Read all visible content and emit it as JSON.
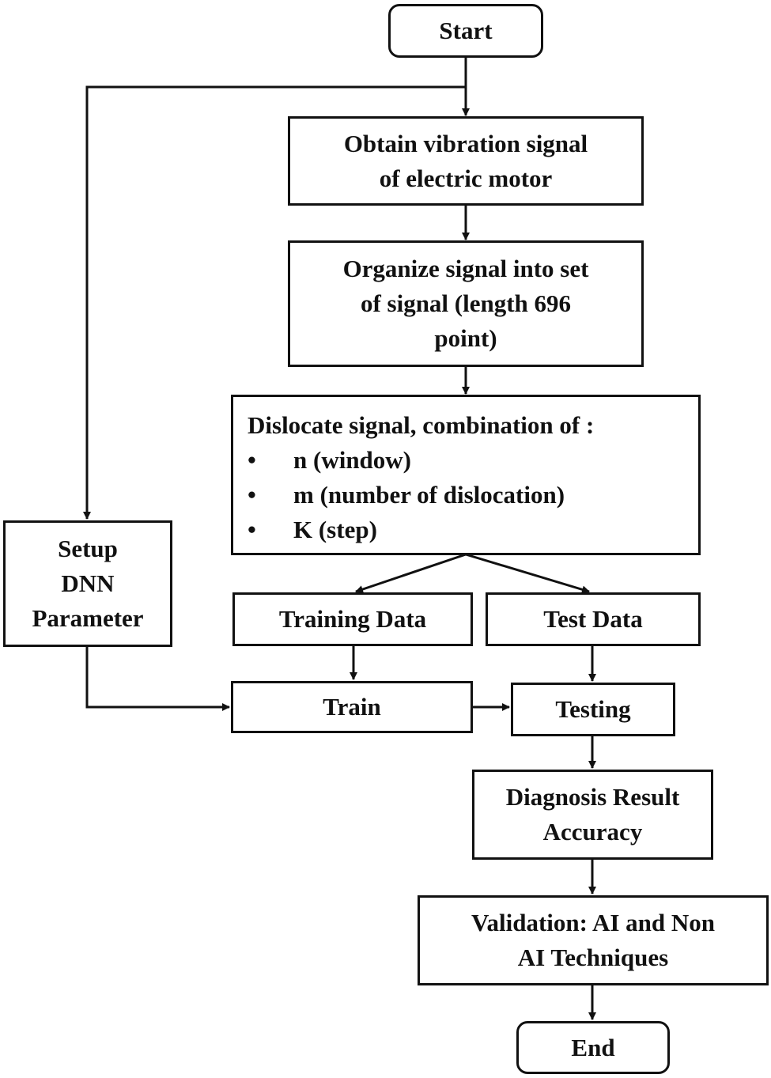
{
  "diagram": {
    "type": "flowchart",
    "line_color": "#111111",
    "background": "#ffffff",
    "nodes": {
      "start": {
        "lines": [
          "Start"
        ]
      },
      "obtain": {
        "lines": [
          "Obtain vibration signal",
          "of electric motor"
        ]
      },
      "organize": {
        "lines": [
          "Organize signal into set",
          "of signal (length 696",
          "point)"
        ]
      },
      "dislocate": {
        "title": "Dislocate signal, combination of :",
        "bullet_glyph": "•",
        "items": [
          "n (window)",
          "m (number of dislocation)",
          "K (step)"
        ]
      },
      "setup": {
        "lines": [
          "Setup",
          "DNN",
          "Parameter"
        ]
      },
      "training_data": {
        "lines": [
          "Training Data"
        ]
      },
      "test_data": {
        "lines": [
          "Test Data"
        ]
      },
      "train": {
        "lines": [
          "Train"
        ]
      },
      "testing": {
        "lines": [
          "Testing"
        ]
      },
      "diagnosis": {
        "lines": [
          "Diagnosis Result",
          "Accuracy"
        ]
      },
      "validation": {
        "lines": [
          "Validation: AI and Non",
          "AI Techniques"
        ]
      },
      "end": {
        "lines": [
          "End"
        ]
      }
    },
    "edges": [
      [
        "start",
        "obtain"
      ],
      [
        "start",
        "setup"
      ],
      [
        "obtain",
        "organize"
      ],
      [
        "organize",
        "dislocate"
      ],
      [
        "dislocate",
        "training_data"
      ],
      [
        "dislocate",
        "test_data"
      ],
      [
        "training_data",
        "train"
      ],
      [
        "test_data",
        "testing"
      ],
      [
        "setup",
        "train"
      ],
      [
        "train",
        "testing"
      ],
      [
        "testing",
        "diagnosis"
      ],
      [
        "diagnosis",
        "validation"
      ],
      [
        "validation",
        "end"
      ]
    ]
  }
}
